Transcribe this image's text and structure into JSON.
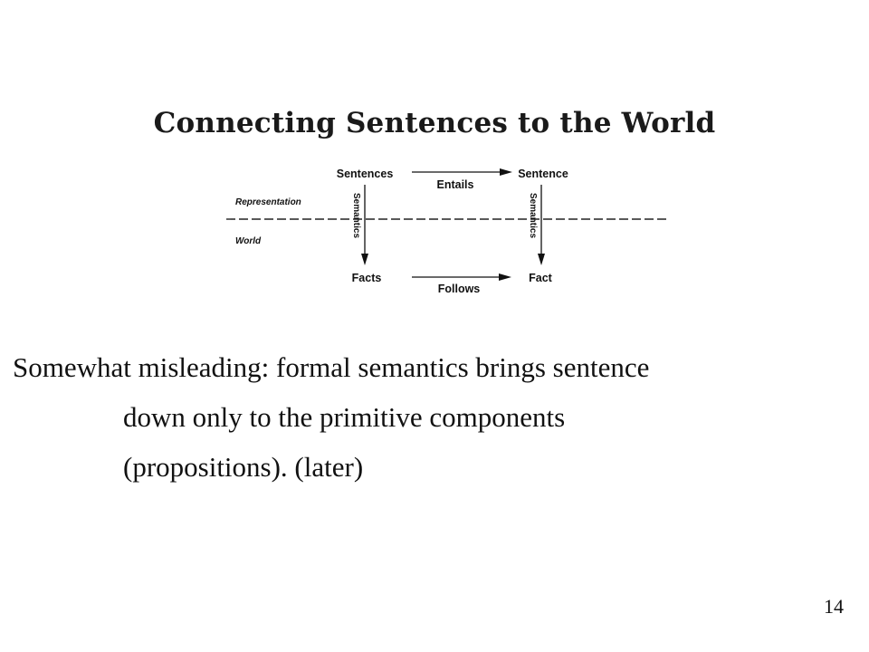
{
  "slide": {
    "title": "Connecting Sentences to the World",
    "page_number": "14"
  },
  "diagram": {
    "top_left": "Sentences",
    "top_right": "Sentence",
    "top_arrow_label": "Entails",
    "bottom_left": "Facts",
    "bottom_right": "Fact",
    "bottom_arrow_label": "Follows",
    "left_vertical_label": "Semantics",
    "right_vertical_label": "Semantics",
    "upper_region_label": "Representation",
    "lower_region_label": "World"
  },
  "body": {
    "line1": "Somewhat misleading: formal semantics brings sentence",
    "line2": "down only to the primitive components",
    "line3": "(propositions).  (later)"
  }
}
